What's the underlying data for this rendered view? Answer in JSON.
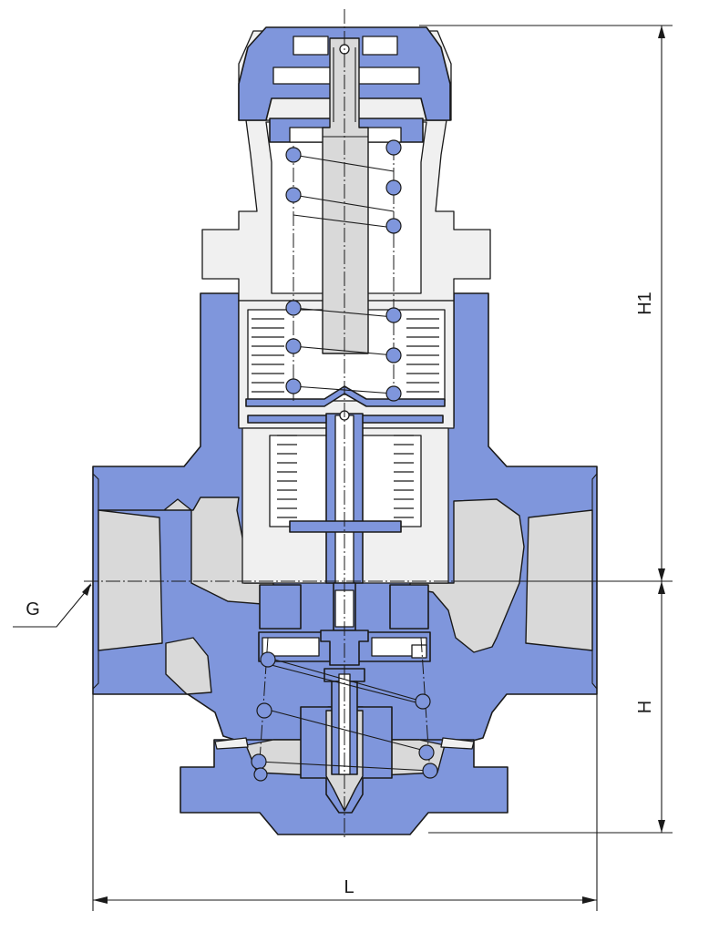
{
  "labels": {
    "h1": "H1",
    "h": "H",
    "l": "L",
    "g": "G"
  },
  "colors": {
    "body_fill": "#7f96dc",
    "part_fill": "#d9d9d9",
    "outline": "#1a1a1a",
    "background": "#ffffff"
  }
}
